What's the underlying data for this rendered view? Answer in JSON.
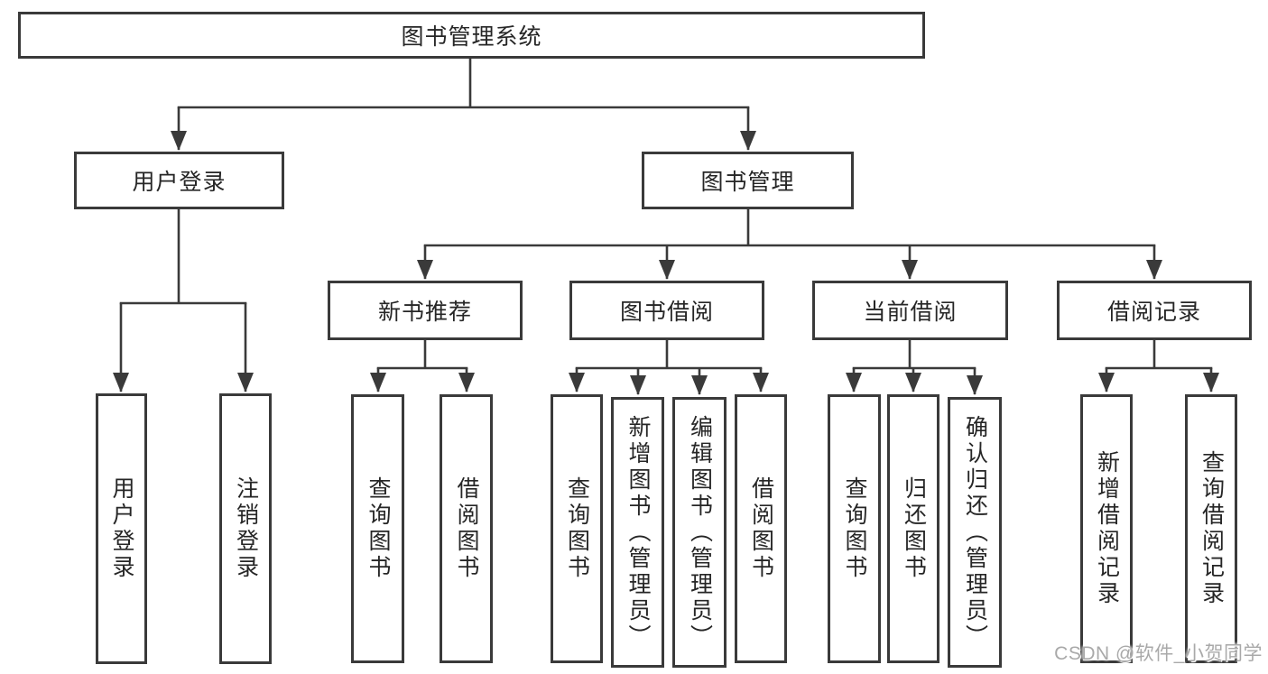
{
  "tree": {
    "root": "图书管理系统",
    "branches": {
      "user_login": {
        "label": "用户登录",
        "children": {
          "login": "用户登录",
          "logout": "注销登录"
        }
      },
      "book_management": {
        "label": "图书管理",
        "sections": {
          "new_book_recommend": {
            "label": "新书推荐",
            "children": {
              "query_books": "查询图书",
              "borrow_books": "借阅图书"
            }
          },
          "book_borrowing": {
            "label": "图书借阅",
            "children": {
              "query_books": "查询图书",
              "add_books": "新增图书（管理员）",
              "edit_books": "编辑图书（管理员）",
              "borrow_books": "借阅图书"
            }
          },
          "current_borrowing": {
            "label": "当前借阅",
            "children": {
              "query_books": "查询图书",
              "return_books": "归还图书",
              "confirm_return": "确认归还（管理员）"
            }
          },
          "borrowing_records": {
            "label": "借阅记录",
            "children": {
              "add_record": "新增借阅记录",
              "query_record": "查询借阅记录"
            }
          }
        }
      }
    }
  },
  "watermark": "CSDN @软件_小贺同学",
  "colors": {
    "line": "#3a3a3a",
    "text": "#262626",
    "watermark": "#a9a9a9",
    "background": "#ffffff"
  }
}
